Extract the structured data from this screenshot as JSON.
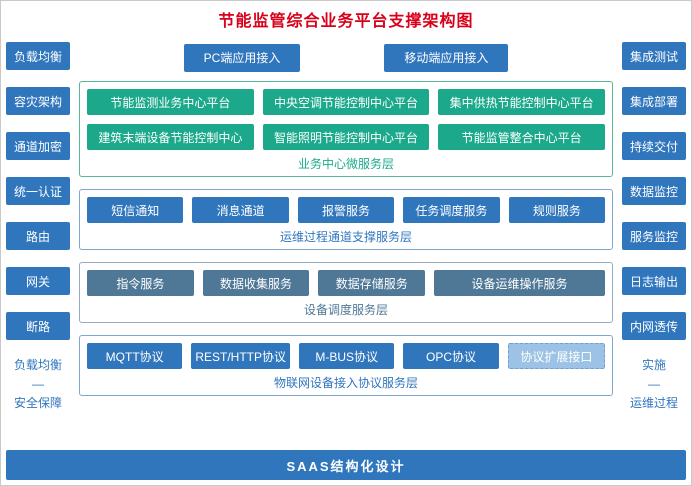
{
  "title": "节能监管综合业务平台支撑架构图",
  "left_sidebar": {
    "items": [
      "负载均衡",
      "容灾架构",
      "通道加密",
      "统一认证",
      "路由",
      "网关",
      "断路"
    ],
    "footer_top": "负载均衡",
    "footer_divider": "—",
    "footer_bottom": "安全保障"
  },
  "right_sidebar": {
    "items": [
      "集成测试",
      "集成部署",
      "持续交付",
      "数据监控",
      "服务监控",
      "日志输出",
      "内网透传"
    ],
    "footer_top": "实施",
    "footer_divider": "—",
    "footer_bottom": "运维过程"
  },
  "access_layer": {
    "pc": "PC端应用接入",
    "mobile": "移动端应用接入"
  },
  "business_layer": {
    "caption": "业务中心微服务层",
    "items": [
      "节能监测业务中心平台",
      "中央空调节能控制中心平台",
      "集中供热节能控制中心平台",
      "建筑末端设备节能控制中心",
      "智能照明节能控制中心平台",
      "节能监管整合中心平台"
    ]
  },
  "channel_layer": {
    "caption": "运维过程通道支撑服务层",
    "items": [
      "短信通知",
      "消息通道",
      "报警服务",
      "任务调度服务",
      "规则服务"
    ]
  },
  "device_layer": {
    "caption": "设备调度服务层",
    "items": [
      "指令服务",
      "数据收集服务",
      "数据存储服务",
      "设备运维操作服务"
    ]
  },
  "iot_layer": {
    "caption": "物联网设备接入协议服务层",
    "items": [
      "MQTT协议",
      "REST/HTTP协议",
      "M-BUS协议",
      "OPC协议"
    ],
    "extension": "协议扩展接口"
  },
  "bottom_bar": "SAAS结构化设计",
  "colors": {
    "primary_blue": "#3076bd",
    "teal_green": "#1ca98b",
    "slate_blue": "#4f7796",
    "light_blue": "#9cc3e5",
    "title_red": "#d9001b"
  }
}
